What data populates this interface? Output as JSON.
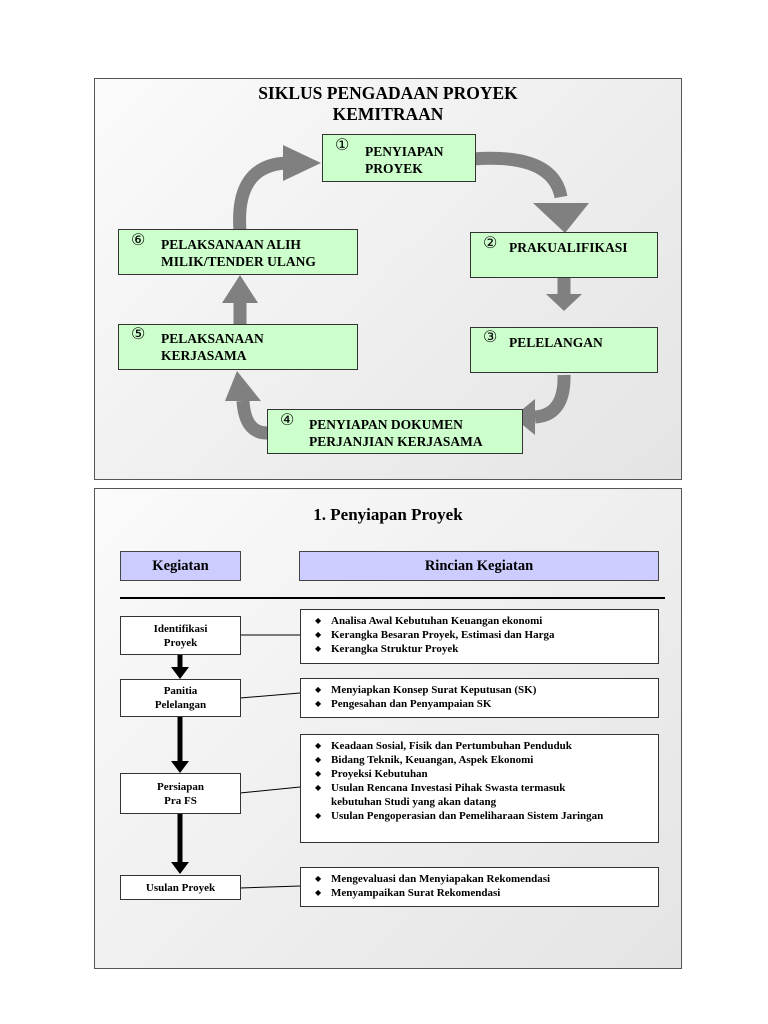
{
  "slide1": {
    "title": "SIKLUS PENGADAAN PROYEK KEMITRAAN",
    "steps": [
      {
        "num": "①",
        "label": "PENYIAPAN PROYEK"
      },
      {
        "num": "②",
        "label": "PRAKUALIFIKASI"
      },
      {
        "num": "③",
        "label": "PELELANGAN"
      },
      {
        "num": "④",
        "label": "PENYIAPAN DOKUMEN PERJANJIAN KERJASAMA"
      },
      {
        "num": "⑤",
        "label": "PELAKSANAAN KERJASAMA"
      },
      {
        "num": "⑥",
        "label": "PELAKSANAAN ALIH MILIK/TENDER ULANG"
      }
    ],
    "colors": {
      "box": "#ccffcc",
      "arrow": "#808080"
    }
  },
  "slide2": {
    "title": "1. Penyiapan Proyek",
    "header_left": "Kegiatan",
    "header_right": "Rincian Kegiatan",
    "activities": [
      {
        "name": "Identifikasi Proyek",
        "details": [
          "Analisa Awal Kebutuhan Keuangan ekonomi",
          "Kerangka Besaran Proyek, Estimasi dan Harga",
          "Kerangka Struktur Proyek"
        ]
      },
      {
        "name": "Panitia Pelelangan",
        "details": [
          "Menyiapkan Konsep Surat Keputusan (SK)",
          "Pengesahan dan Penyampaian SK"
        ]
      },
      {
        "name": "Persiapan Pra FS",
        "details": [
          "Keadaan Sosial, Fisik dan Pertumbuhan Penduduk",
          "Bidang Teknik, Keuangan, Aspek Ekonomi",
          "Proyeksi Kebutuhan",
          "Usulan Rencana Investasi Pihak Swasta termasuk kebutuhan Studi yang akan datang",
          "Usulan Pengoperasian dan Pemeliharaan Sistem Jaringan"
        ]
      },
      {
        "name": "Usulan Proyek",
        "details": [
          "Mengevaluasi dan Menyiapakan Rekomendasi",
          "Menyampaikan Surat Rekomendasi"
        ]
      }
    ],
    "colors": {
      "header": "#ccccff"
    }
  }
}
